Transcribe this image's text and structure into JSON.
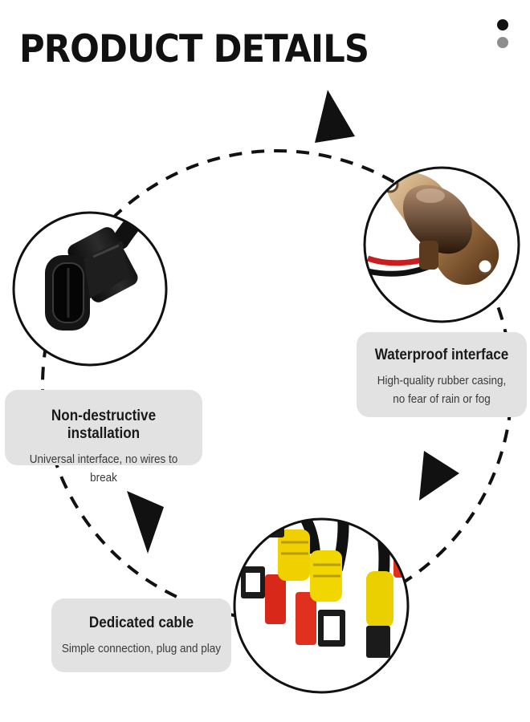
{
  "header": {
    "title": "PRODUCT DETAILS"
  },
  "pager": {
    "count": 2,
    "active_index": 0,
    "active_color": "#111111",
    "inactive_color": "#8e8e8e"
  },
  "features": {
    "waterproof": {
      "title": "Waterproof interface",
      "lines": [
        "High-quality rubber casing,",
        "no fear of rain or fog"
      ]
    },
    "nondestructive": {
      "title": "Non-destructive installation",
      "lines": [
        "Universal interface, no wires to break"
      ]
    },
    "dedicated": {
      "title": "Dedicated cable",
      "lines": [
        "Simple connection, plug and play"
      ]
    }
  },
  "colors": {
    "card_background": "#e2e2e2",
    "loop_stroke": "#111111",
    "connector_black": "#1b1b1b",
    "housing_yellow": "#f2d600",
    "terminal_red": "#e0301e"
  },
  "icons": [
    "arrow-head-icon",
    "male-plug-connector-icon",
    "flange-mount-connector-icon",
    "waterproof-connector-cluster-icon"
  ]
}
